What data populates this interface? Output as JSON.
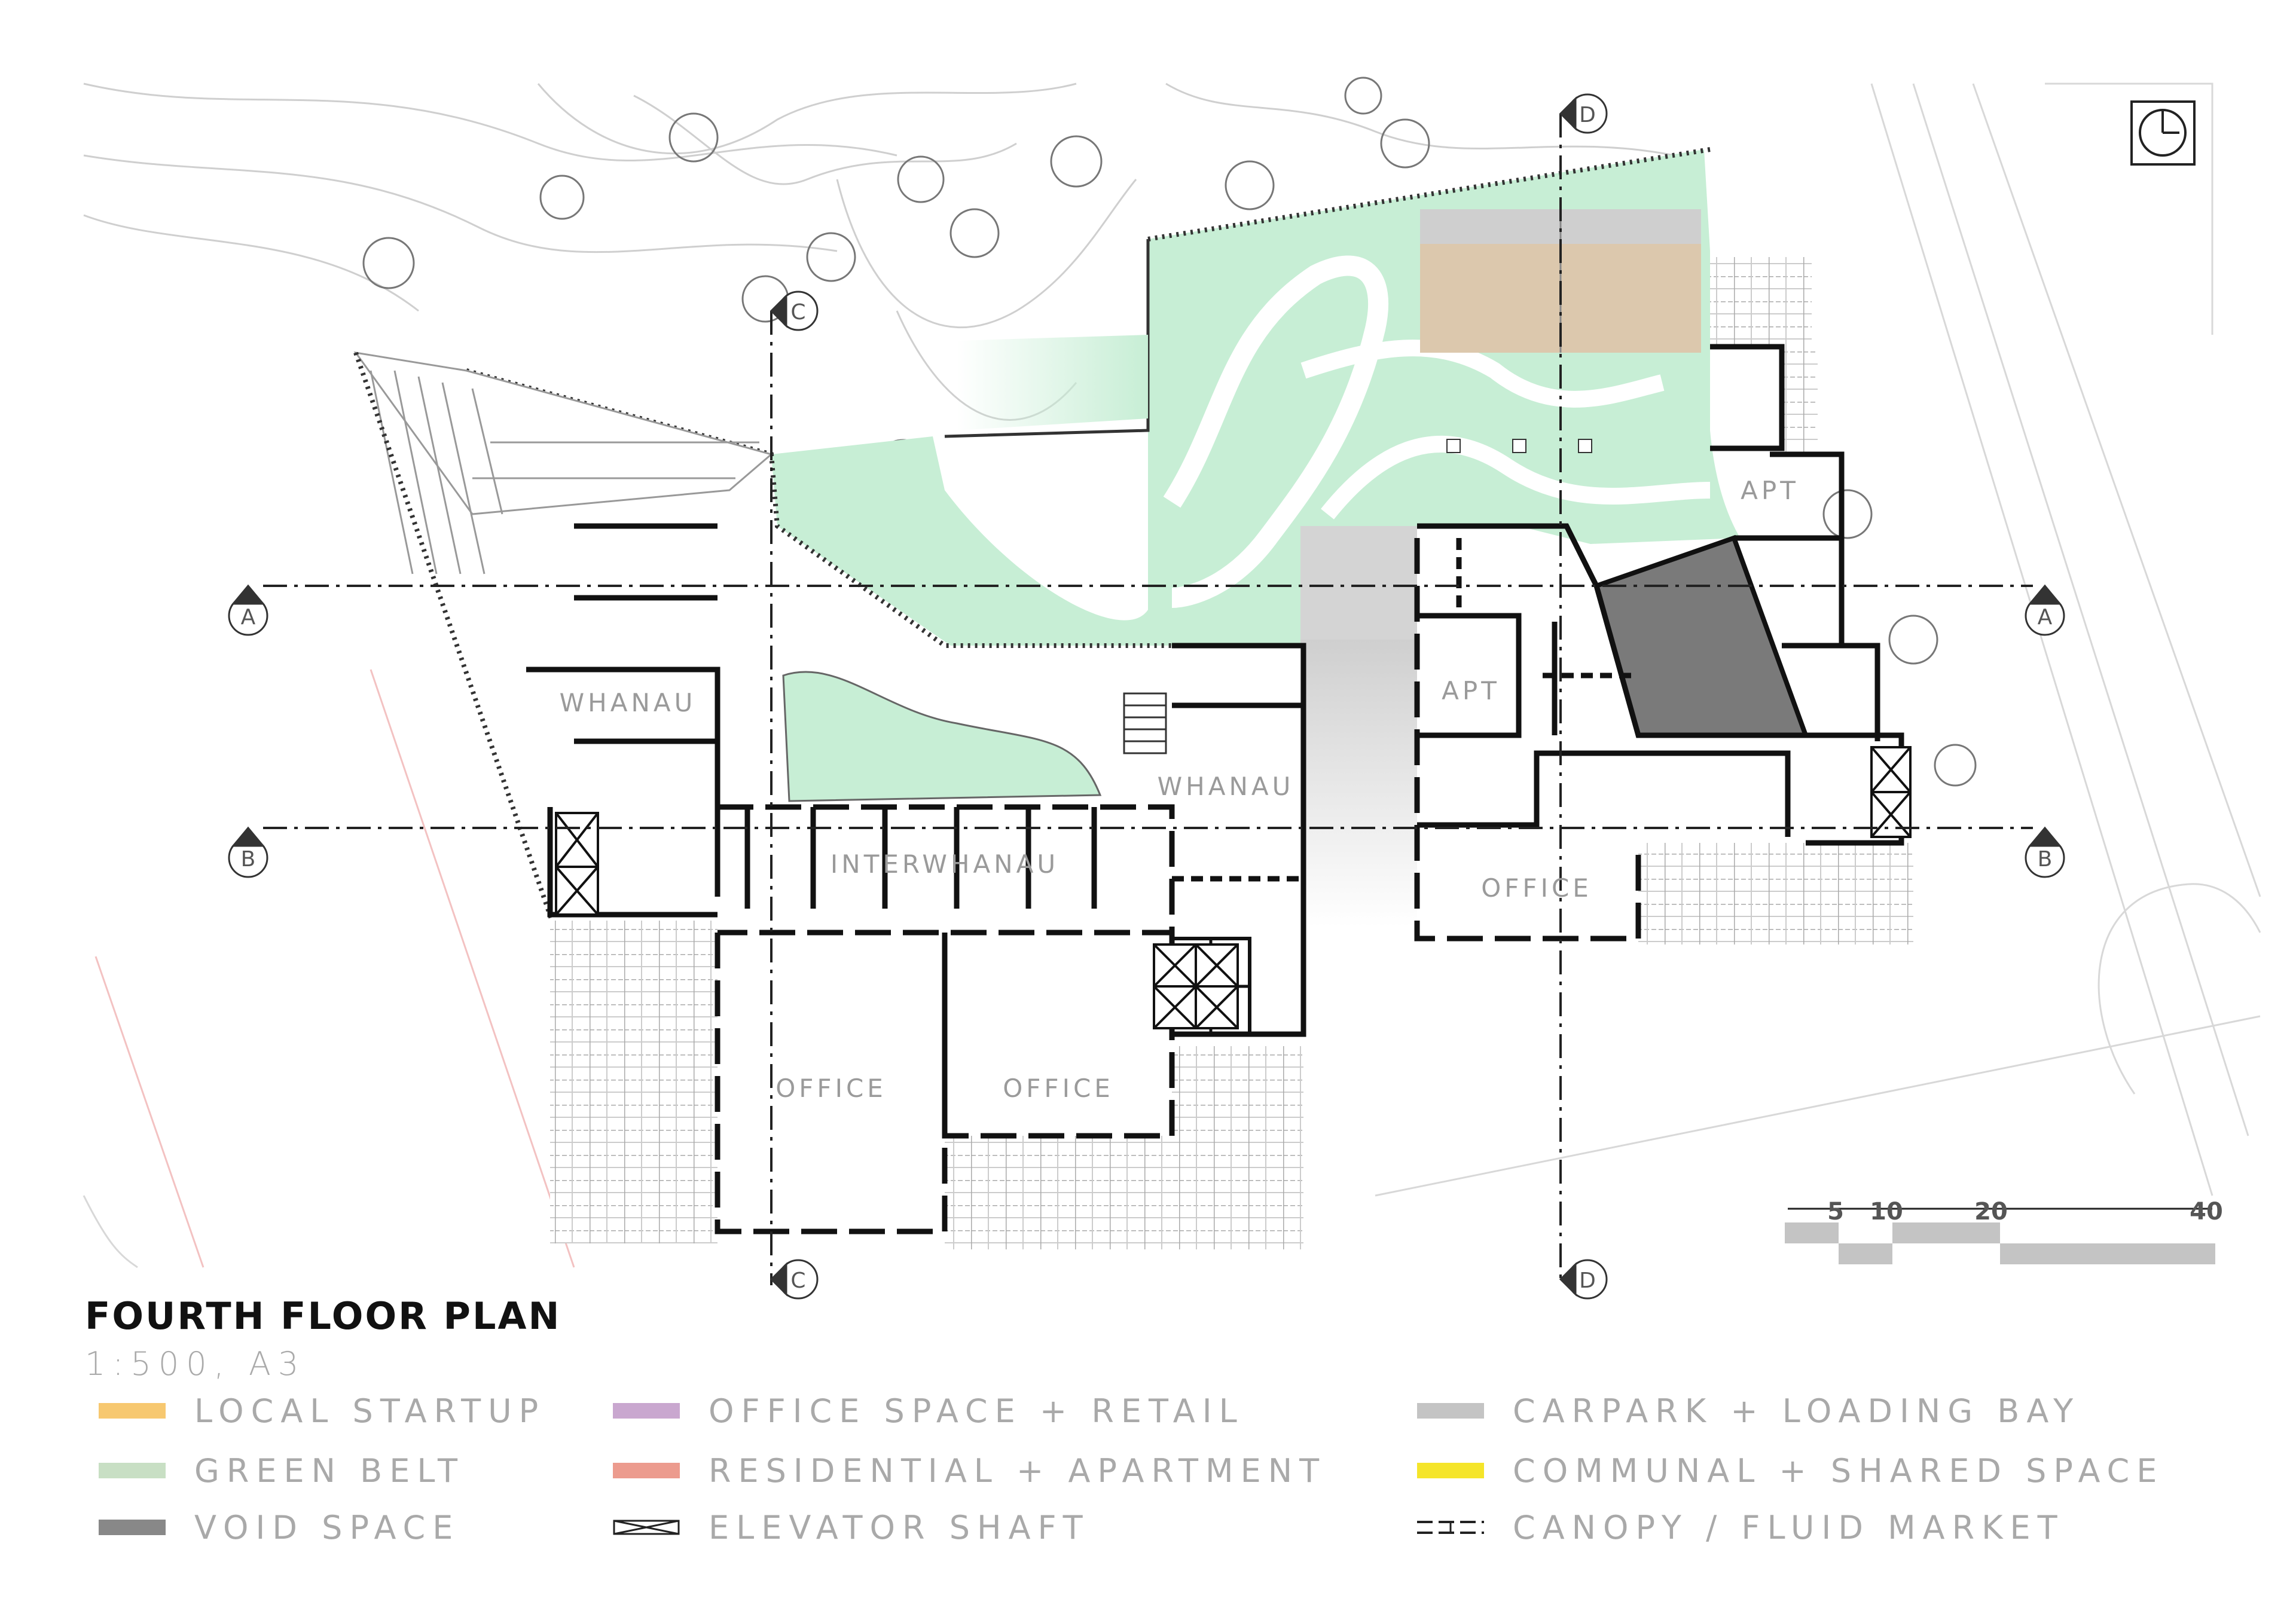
{
  "title": "FOURTH FLOOR PLAN",
  "scale_note": "1:500, A3",
  "rooms": {
    "whanau_left": "WHANAU",
    "whanau_center": "WHANAU",
    "interwhanau": "INTERWHANAU",
    "office_1": "OFFICE",
    "office_2": "OFFICE",
    "office_3": "OFFICE",
    "apt_1": "APT",
    "apt_2": "APT"
  },
  "grid_markers": {
    "a": "A",
    "b": "B",
    "c": "C",
    "d": "D"
  },
  "scale_bar": [
    "5",
    "10",
    "20",
    "40"
  ],
  "legend": [
    {
      "label": "LOCAL STARTUP",
      "color": "#f7c870"
    },
    {
      "label": "GREEN BELT",
      "color": "#c8dfc4"
    },
    {
      "label": "VOID SPACE",
      "color": "#888888"
    },
    {
      "label": "OFFICE SPACE + RETAIL",
      "color": "#c9a7cf"
    },
    {
      "label": "RESIDENTIAL + APARTMENT",
      "color": "#ec9b8e"
    },
    {
      "label": "ELEVATOR SHAFT",
      "color": "#ffffff"
    },
    {
      "label": "CARPARK + LOADING BAY",
      "color": "#c4c4c4"
    },
    {
      "label": "COMMUNAL + SHARED SPACE",
      "color": "#f5e52a"
    },
    {
      "label": "CANOPY / FLUID  MARKET",
      "color": "#ffffff"
    }
  ],
  "colors": {
    "green": "#c7eed5",
    "void": "#7a7a7a",
    "roof": "#dcc8ad",
    "wall": "#111111",
    "line": "#bbbbbb"
  }
}
